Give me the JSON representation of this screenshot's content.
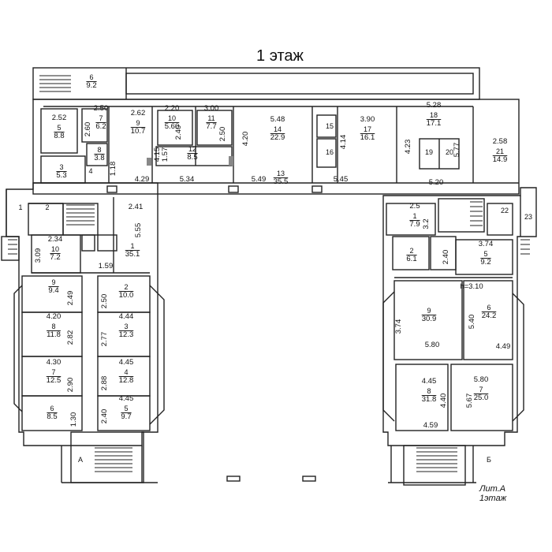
{
  "title": "1 этаж",
  "footer": {
    "lit": "Лит.А",
    "floor": "1этаж"
  },
  "stair_letters": [
    "А",
    "Б"
  ],
  "rooms": [
    {
      "id": "r6top",
      "num": "6",
      "area": "9.2"
    },
    {
      "id": "r5",
      "num": "5",
      "area": "8.8",
      "dim": "2.52"
    },
    {
      "id": "r7",
      "num": "7",
      "area": "6.2",
      "dim": "2.50"
    },
    {
      "id": "r9",
      "num": "9",
      "area": "10.7",
      "dim": "2.62"
    },
    {
      "id": "r10",
      "num": "10",
      "area": "5.60",
      "dim": "2.20"
    },
    {
      "id": "r11",
      "num": "11",
      "area": "7.7",
      "dim": "3.00"
    },
    {
      "id": "r12",
      "num": "12",
      "area": "8.5"
    },
    {
      "id": "r14",
      "num": "14",
      "area": "22.9",
      "dim": "5.48"
    },
    {
      "id": "r15",
      "num": "15"
    },
    {
      "id": "r16",
      "num": "16"
    },
    {
      "id": "r17",
      "num": "17",
      "area": "16.1",
      "dim": "3.90"
    },
    {
      "id": "r18",
      "num": "18",
      "area": "17.1",
      "dim": "5.28"
    },
    {
      "id": "r19",
      "num": "19"
    },
    {
      "id": "r20",
      "num": "20"
    },
    {
      "id": "r21",
      "num": "21",
      "area": "14.9",
      "dim": "2.58"
    },
    {
      "id": "r8",
      "num": "8",
      "area": "3.8"
    },
    {
      "id": "r3",
      "num": "3",
      "area": "5.3"
    },
    {
      "id": "r4",
      "num": "4"
    },
    {
      "id": "r13",
      "num": "13",
      "area": "35.5"
    },
    {
      "id": "rL1",
      "num": "1"
    },
    {
      "id": "rL2",
      "num": "2"
    },
    {
      "id": "rL10",
      "num": "10",
      "area": "7.2",
      "dim": "2.34"
    },
    {
      "id": "rLc",
      "num": "1",
      "area": "35.1"
    },
    {
      "id": "rL9",
      "num": "9",
      "area": "9.4"
    },
    {
      "id": "rL8",
      "num": "8",
      "area": "11.8",
      "dim": "4.20"
    },
    {
      "id": "rL7",
      "num": "7",
      "area": "12.5",
      "dim": "4.30"
    },
    {
      "id": "rL6",
      "num": "6",
      "area": "8.5"
    },
    {
      "id": "rL2b",
      "num": "2",
      "area": "10.0"
    },
    {
      "id": "rL3",
      "num": "3",
      "area": "12.3",
      "dim": "4.44"
    },
    {
      "id": "rL4",
      "num": "4",
      "area": "12.8",
      "dim": "4.45"
    },
    {
      "id": "rL5",
      "num": "5",
      "area": "9.7",
      "dim": "4.45"
    },
    {
      "id": "rR1",
      "num": "1",
      "area": "7.9",
      "dim": "2.5"
    },
    {
      "id": "rR2",
      "num": "2",
      "area": "6.1"
    },
    {
      "id": "rR5",
      "num": "5",
      "area": "9.2",
      "dim": "3.74"
    },
    {
      "id": "rR22",
      "num": "22"
    },
    {
      "id": "rR23",
      "num": "23"
    },
    {
      "id": "rR9",
      "num": "9",
      "area": "30.9"
    },
    {
      "id": "rR6",
      "num": "6",
      "area": "24.2"
    },
    {
      "id": "rR8",
      "num": "8",
      "area": "31.8",
      "dim": "4.45"
    },
    {
      "id": "rR7",
      "num": "7",
      "area": "25.0",
      "dim": "5.80"
    }
  ],
  "dims": [
    {
      "id": "d1",
      "text": "2.60"
    },
    {
      "id": "d2",
      "text": "2.40"
    },
    {
      "id": "d3",
      "text": "2.50"
    },
    {
      "id": "d4",
      "text": "4.15"
    },
    {
      "id": "d5",
      "text": "1.57"
    },
    {
      "id": "d6",
      "text": "4.20"
    },
    {
      "id": "d7",
      "text": "4.14"
    },
    {
      "id": "d8",
      "text": "4.23"
    },
    {
      "id": "d9",
      "text": "5.77"
    },
    {
      "id": "d10",
      "text": "1.18"
    },
    {
      "id": "d11",
      "text": "4.29"
    },
    {
      "id": "d12",
      "text": "5.34"
    },
    {
      "id": "d13",
      "text": "5.49"
    },
    {
      "id": "d14",
      "text": "5.45"
    },
    {
      "id": "d15",
      "text": "5.20"
    },
    {
      "id": "d16",
      "text": "2.41"
    },
    {
      "id": "d17",
      "text": "5.55"
    },
    {
      "id": "d18",
      "text": "3.09"
    },
    {
      "id": "d19",
      "text": "1.59"
    },
    {
      "id": "d20",
      "text": "2.49"
    },
    {
      "id": "d21",
      "text": "2.82"
    },
    {
      "id": "d22",
      "text": "2.90"
    },
    {
      "id": "d23",
      "text": "1.30"
    },
    {
      "id": "d24",
      "text": "2.50"
    },
    {
      "id": "d25",
      "text": "2.77"
    },
    {
      "id": "d26",
      "text": "2.88"
    },
    {
      "id": "d27",
      "text": "2.40"
    },
    {
      "id": "d28",
      "text": "3.2"
    },
    {
      "id": "d29",
      "text": "2.40"
    },
    {
      "id": "d30",
      "text": "h=3.10"
    },
    {
      "id": "d31",
      "text": "3.74"
    },
    {
      "id": "d32",
      "text": "5.40"
    },
    {
      "id": "d33",
      "text": "5.80"
    },
    {
      "id": "d34",
      "text": "4.49"
    },
    {
      "id": "d35",
      "text": "4.40"
    },
    {
      "id": "d36",
      "text": "5.67"
    },
    {
      "id": "d37",
      "text": "4.59"
    }
  ]
}
